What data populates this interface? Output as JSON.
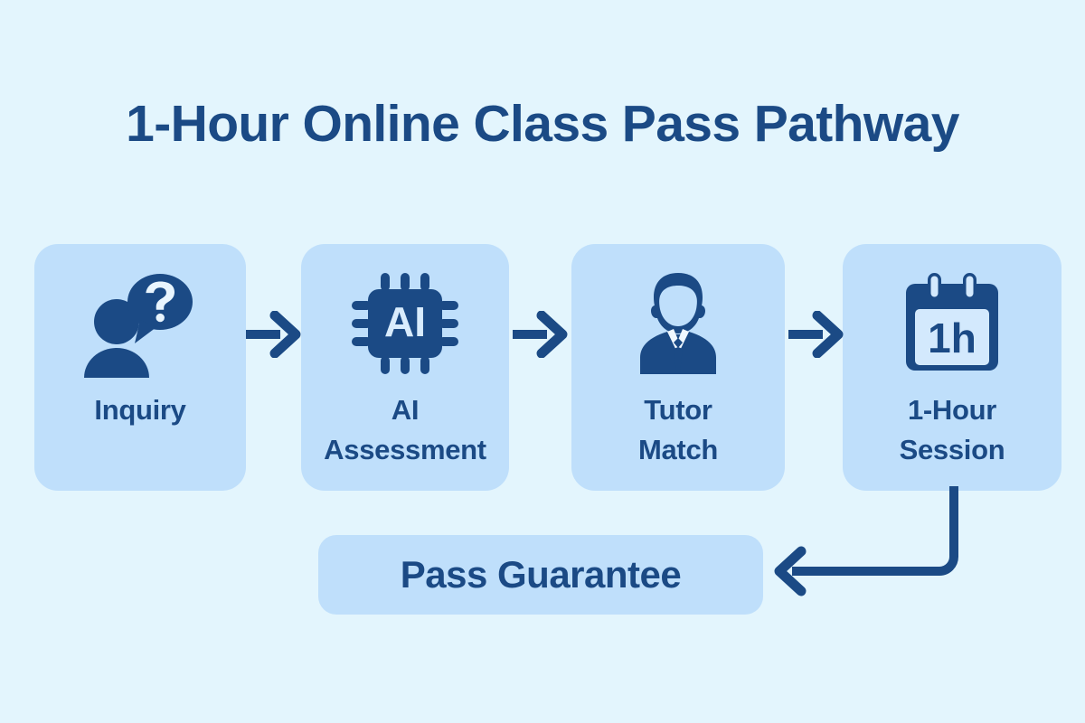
{
  "page": {
    "title": "1-Hour Online Class Pass Pathway",
    "background_color": "#e3f5fd",
    "card_color": "#bfdffb",
    "accent_color": "#1b4a85"
  },
  "steps": [
    {
      "id": "inquiry",
      "label_line1": "Inquiry",
      "label_line2": "",
      "icon": "person-question-icon"
    },
    {
      "id": "ai-assessment",
      "label_line1": "AI",
      "label_line2": "Assessment",
      "icon": "ai-chip-icon",
      "icon_text": "AI"
    },
    {
      "id": "tutor-match",
      "label_line1": "Tutor",
      "label_line2": "Match",
      "icon": "tutor-person-icon"
    },
    {
      "id": "one-hour-session",
      "label_line1": "1-Hour",
      "label_line2": "Session",
      "icon": "calendar-icon",
      "icon_text": "1h"
    }
  ],
  "connectors": [
    {
      "id": "arrow-inquiry-to-ai",
      "direction": "right"
    },
    {
      "id": "arrow-ai-to-tutor",
      "direction": "right"
    },
    {
      "id": "arrow-tutor-to-session",
      "direction": "right"
    },
    {
      "id": "arrow-session-to-guarantee",
      "direction": "elbow-left"
    }
  ],
  "outcome": {
    "label": "Pass Guarantee"
  }
}
